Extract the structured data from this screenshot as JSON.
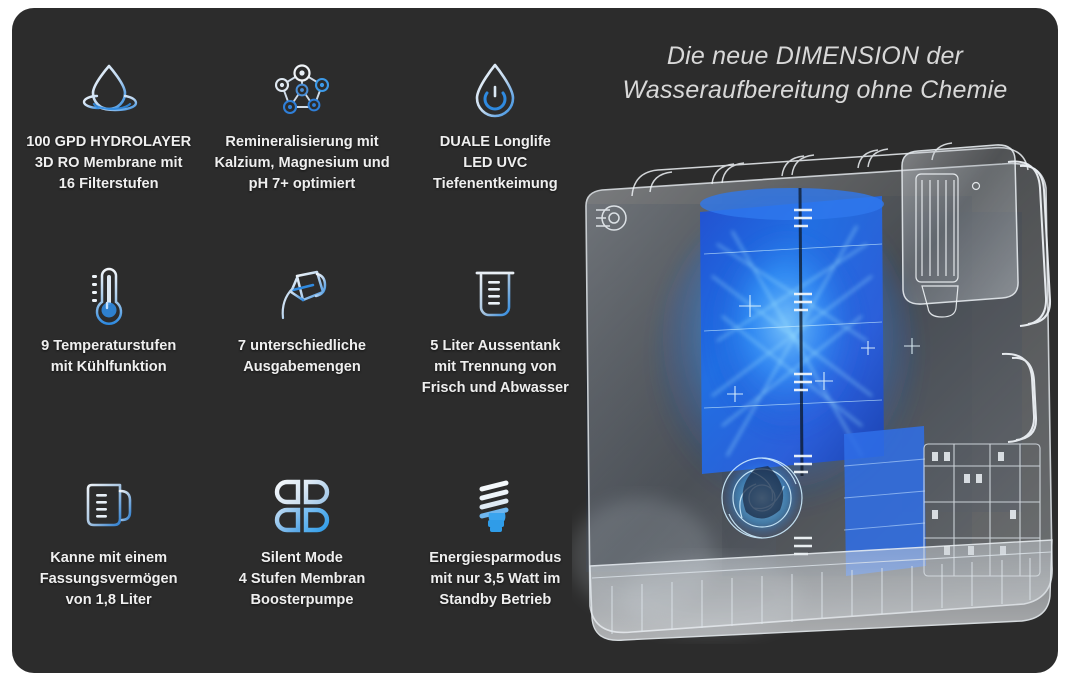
{
  "poster": {
    "background_color": "#2c2c2c",
    "accent_color": "#3da3f5",
    "text_color": "#efefef",
    "headline_color": "#d8d8d8"
  },
  "headline": {
    "line1": "Die neue DIMENSION der",
    "line2": "Wasseraufbereitung ohne Chemie"
  },
  "features": [
    {
      "icon": "water-drop-ripple-icon",
      "lines": [
        "100 GPD HYDROLAYER",
        "3D RO Membrane mit",
        "16 Filterstufen"
      ]
    },
    {
      "icon": "molecule-network-icon",
      "lines": [
        "Remineralisierung mit",
        "Kalzium, Magnesium und",
        "pH 7+ optimiert"
      ]
    },
    {
      "icon": "water-drop-uv-icon",
      "lines": [
        "DUALE Longlife",
        "LED UVC",
        "Tiefenentkeimung"
      ]
    },
    {
      "icon": "thermometer-icon",
      "lines": [
        "9 Temperaturstufen",
        "mit Kühlfunktion"
      ]
    },
    {
      "icon": "pouring-pitcher-icon",
      "lines": [
        "7 unterschiedliche",
        "Ausgabemengen"
      ]
    },
    {
      "icon": "beaker-icon",
      "lines": [
        "5 Liter Aussentank",
        "mit Trennung von",
        "Frisch und Abwasser"
      ]
    },
    {
      "icon": "measuring-jug-icon",
      "lines": [
        "Kanne mit einem",
        "Fassungsvermögen",
        "von 1,8 Liter"
      ]
    },
    {
      "icon": "four-petal-clover-icon",
      "lines": [
        "Silent Mode",
        "4 Stufen Membran",
        "Boosterpumpe"
      ]
    },
    {
      "icon": "energy-saving-bulb-icon",
      "lines": [
        "Energiesparmodus",
        "mit nur 3,5 Watt im",
        "Standby Betrieb"
      ]
    }
  ],
  "product_image": {
    "name": "water-purifier-xray-render",
    "description": "Transparent x-ray style render of a countertop reverse-osmosis water purifier with glowing blue interior tank"
  }
}
